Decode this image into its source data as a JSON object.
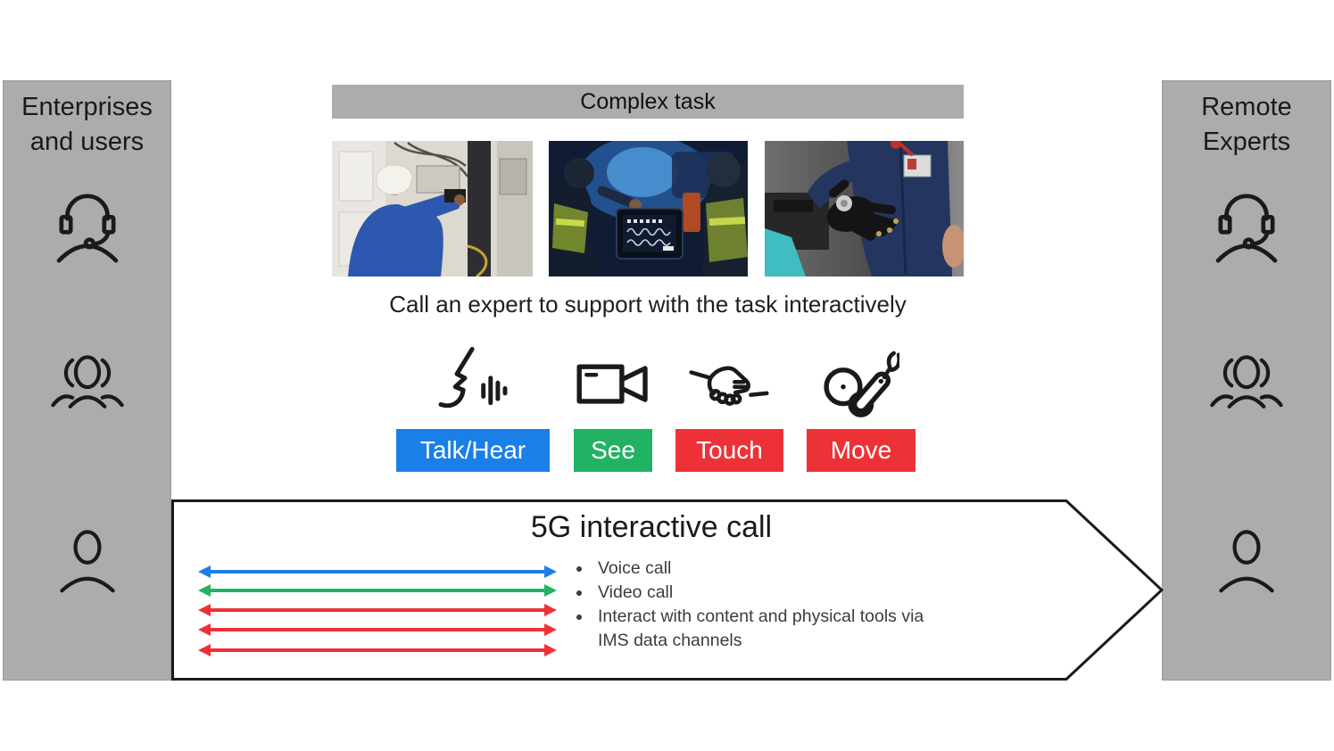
{
  "colors": {
    "panel_gray": "#acacac",
    "blue": "#1b7fe8",
    "green": "#21b263",
    "red": "#ed3237"
  },
  "left_panel": {
    "title": "Enterprises and users"
  },
  "right_panel": {
    "title": "Remote Experts"
  },
  "complex_task": {
    "header": "Complex task",
    "caption": "Call an expert to support with the task interactively",
    "photo_labels": [
      "technician in hard hat working on equipment rack",
      "medics with tablet inside ambulance",
      "worker wearing haptic sensor glove"
    ]
  },
  "capabilities": [
    {
      "label": "Talk/Hear",
      "color": "#1b7fe8"
    },
    {
      "label": "See",
      "color": "#21b263"
    },
    {
      "label": "Touch",
      "color": "#ed3237"
    },
    {
      "label": "Move",
      "color": "#ed3237"
    }
  ],
  "banner": {
    "title": "5G interactive call",
    "bullets": [
      "Voice call",
      "Video call",
      "Interact with content and physical tools via IMS data channels"
    ],
    "arrow_colors": [
      "#1b7fe8",
      "#21b263",
      "#ed3237",
      "#ed3237",
      "#ed3237"
    ]
  }
}
